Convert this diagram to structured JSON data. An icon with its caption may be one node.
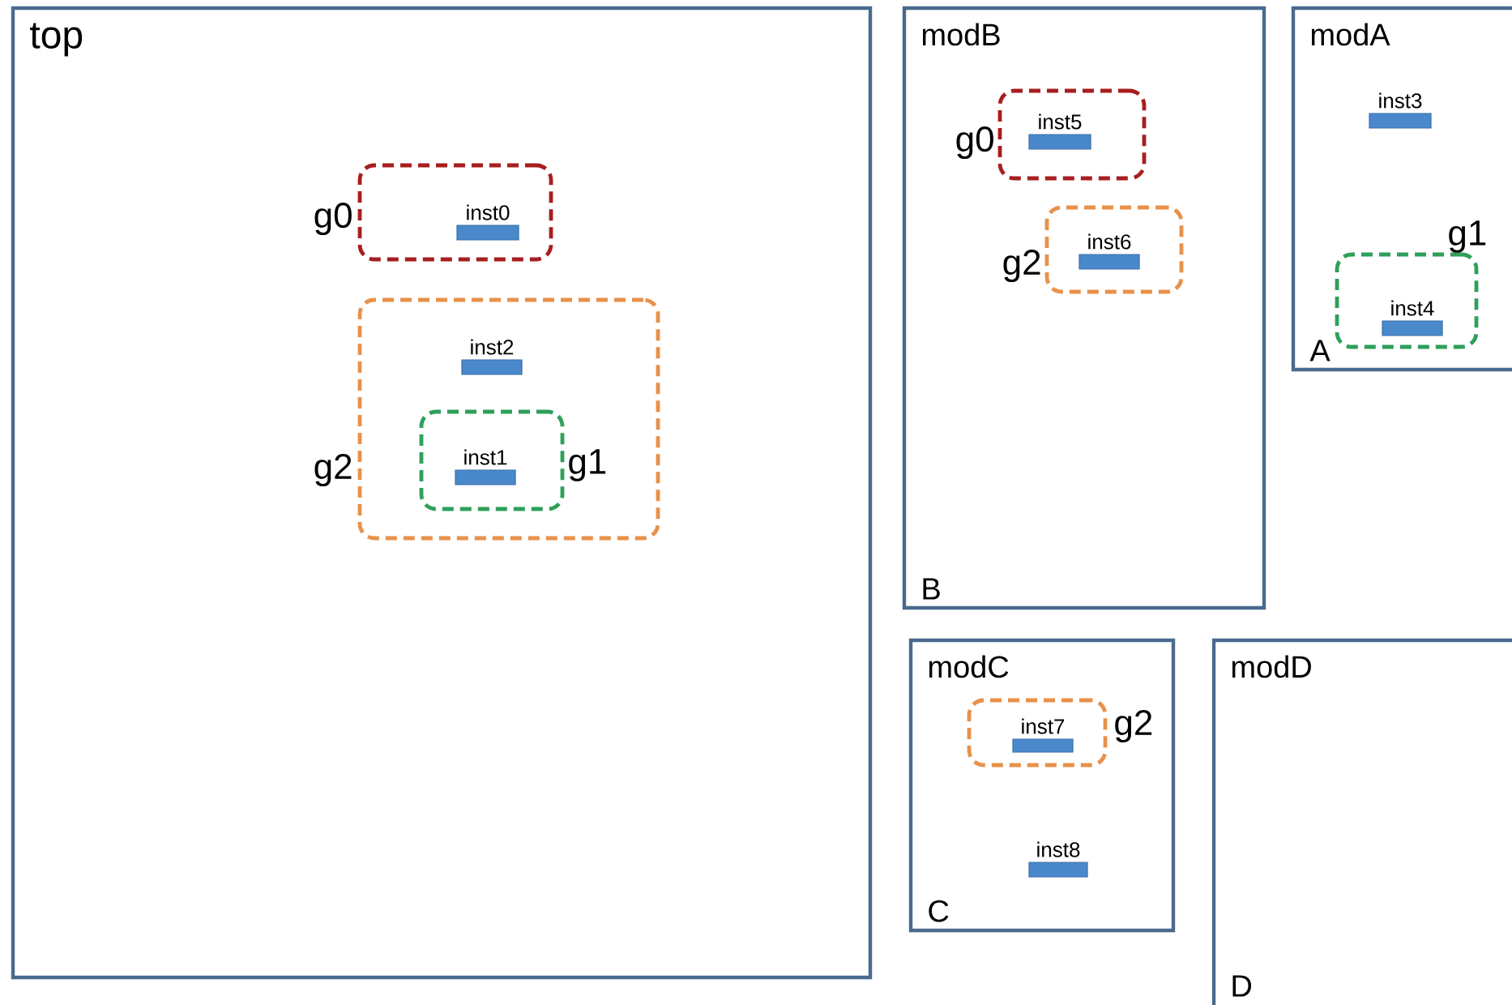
{
  "diagram": {
    "nodes": [
      {
        "text": [
          "top"
        ]
      },
      {
        "text": [
          "g0"
        ],
        "in": 0
      },
      {
        "text": [
          "inst0"
        ],
        "in": 1
      },
      {
        "text": [
          "g2"
        ],
        "in": 0
      },
      {
        "text": [
          "inst2"
        ],
        "in": 3
      },
      {
        "text": [
          "g1"
        ],
        "in": 3
      },
      {
        "text": [
          "inst1"
        ],
        "in": 5
      },
      {
        "text": [
          "modB",
          "B"
        ]
      },
      {
        "text": [
          "g0"
        ],
        "in": 7
      },
      {
        "text": [
          "inst5"
        ],
        "in": 8
      },
      {
        "text": [
          "g2"
        ],
        "in": 7
      },
      {
        "text": [
          "inst6"
        ],
        "in": 10
      },
      {
        "text": [
          "modA",
          "A"
        ]
      },
      {
        "text": [
          "inst3"
        ],
        "in": 12
      },
      {
        "text": [
          "g1"
        ],
        "in": 12
      },
      {
        "text": [
          "inst4"
        ],
        "in": 14
      },
      {
        "text": [
          "modC",
          "C"
        ]
      },
      {
        "text": [
          "g2"
        ],
        "in": 16
      },
      {
        "text": [
          "inst7"
        ],
        "in": 17
      },
      {
        "text": [
          "inst8"
        ],
        "in": 16
      },
      {
        "text": [
          "modD",
          "D"
        ]
      }
    ]
  }
}
